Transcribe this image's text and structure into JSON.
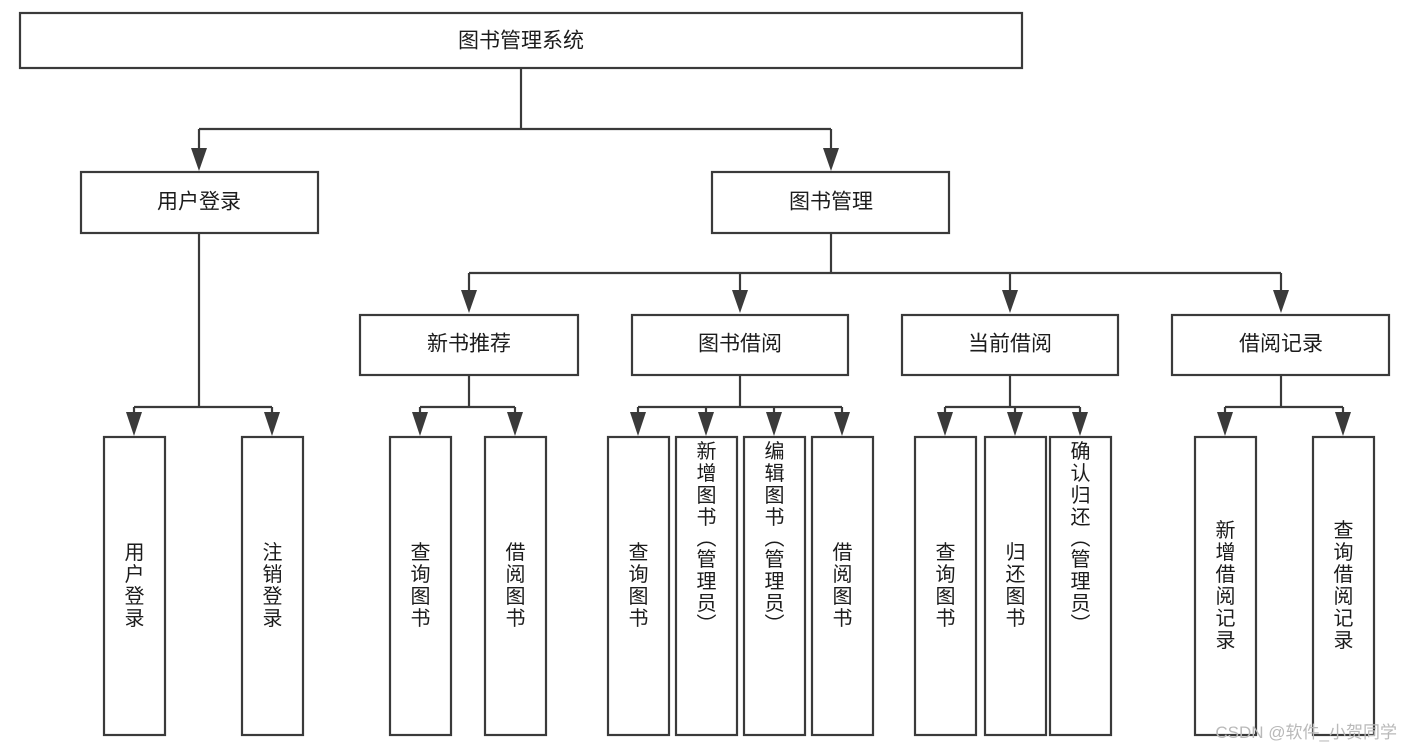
{
  "diagram": {
    "title": "图书管理系统",
    "type": "tree-hierarchy",
    "root": {
      "label": "图书管理系统"
    },
    "level1": [
      {
        "label": "用户登录"
      },
      {
        "label": "图书管理"
      }
    ],
    "level2": [
      {
        "label": "新书推荐",
        "parent": "图书管理"
      },
      {
        "label": "图书借阅",
        "parent": "图书管理"
      },
      {
        "label": "当前借阅",
        "parent": "图书管理"
      },
      {
        "label": "借阅记录",
        "parent": "图书管理"
      }
    ],
    "leaves": {
      "user_login": [
        {
          "label": "用户登录",
          "chars": [
            "用",
            "户",
            "登",
            "录"
          ]
        },
        {
          "label": "注销登录",
          "chars": [
            "注",
            "销",
            "登",
            "录"
          ]
        }
      ],
      "new_book_recommend": [
        {
          "label": "查询图书",
          "chars": [
            "查",
            "询",
            "图",
            "书"
          ]
        },
        {
          "label": "借阅图书",
          "chars": [
            "借",
            "阅",
            "图",
            "书"
          ]
        }
      ],
      "book_borrow": [
        {
          "label": "查询图书",
          "chars": [
            "查",
            "询",
            "图",
            "书"
          ]
        },
        {
          "label": "新增图书（管理员）",
          "chars": [
            "新",
            "增",
            "图",
            "书",
            "（",
            "管",
            "理",
            "员",
            "）"
          ]
        },
        {
          "label": "编辑图书（管理员）",
          "chars": [
            "编",
            "辑",
            "图",
            "书",
            "（",
            "管",
            "理",
            "员",
            "）"
          ]
        },
        {
          "label": "借阅图书",
          "chars": [
            "借",
            "阅",
            "图",
            "书"
          ]
        }
      ],
      "current_borrow": [
        {
          "label": "查询图书",
          "chars": [
            "查",
            "询",
            "图",
            "书"
          ]
        },
        {
          "label": "归还图书",
          "chars": [
            "归",
            "还",
            "图",
            "书"
          ]
        },
        {
          "label": "确认归还（管理员）",
          "chars": [
            "确",
            "认",
            "归",
            "还",
            "（",
            "管",
            "理",
            "员",
            "）"
          ]
        }
      ],
      "borrow_records": [
        {
          "label": "新增借阅记录",
          "chars": [
            "新",
            "增",
            "借",
            "阅",
            "记",
            "录"
          ]
        },
        {
          "label": "查询借阅记录",
          "chars": [
            "查",
            "询",
            "借",
            "阅",
            "记",
            "录"
          ]
        }
      ]
    }
  },
  "watermark": {
    "text": "CSDN @软件_小贺同学"
  },
  "colors": {
    "stroke": "#3a3a3a",
    "box_fill": "#ffffff",
    "text": "#1c1c1c",
    "watermark": "#b9b9b9",
    "background": "#ffffff"
  }
}
